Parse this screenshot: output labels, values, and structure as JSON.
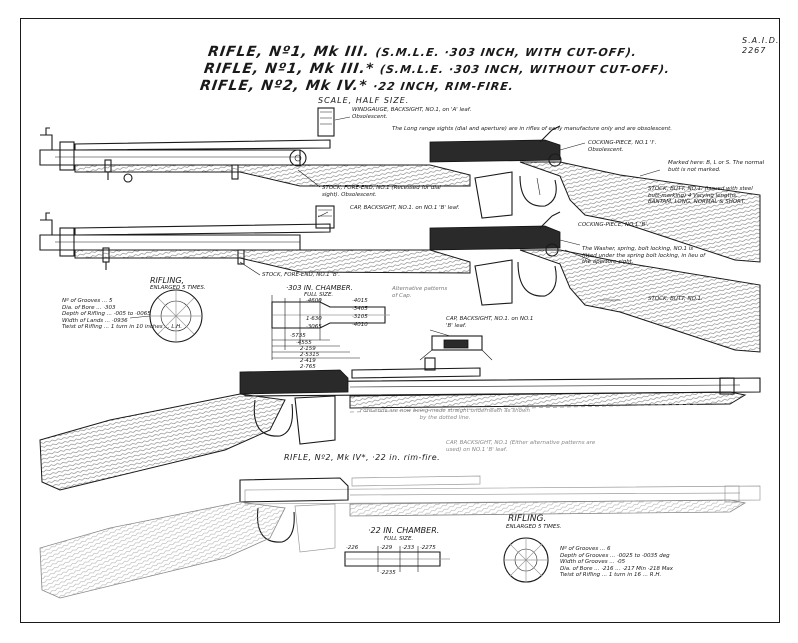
{
  "sheet_ref": {
    "line1": "S.A.I.D.",
    "line2": "2267"
  },
  "titles": [
    {
      "name": "RIFLE, Nº1, Mk III.",
      "spec": "(S.M.L.E. ·303 INCH, WITH CUT-OFF)."
    },
    {
      "name": "RIFLE, Nº1, Mk III.*",
      "spec": "(S.M.L.E. ·303 INCH, WITHOUT CUT-OFF)."
    },
    {
      "name": "RIFLE, Nº2, Mk IV.*",
      "spec": "·22 INCH, RIM-FIRE."
    }
  ],
  "scale": "SCALE, HALF SIZE.",
  "annotations": {
    "windgauge": "WINDGAUGE, BACKSIGHT, NO.1, on 'A' leaf. Obsolescent.",
    "long_range": "The Long range sights (dial and aperture) are in rifles of early manufacture only and are obsolescent.",
    "cocking_piece_1": "COCKING-PIECE, NO.1 'I'. Obsolescent.",
    "marked_here": "Marked here: B, L or S. The normal butt is not marked.",
    "stock_fore_end_1": "STOCK, FORE-END, NO.1 (Recessed for dial sight). Obsolescent.",
    "stock_butt_1": "STOCK, BUTT, NO.1. (Issued with steel butt-marking) 4 Varying lengths. BANTAM, LONG, NORMAL & SHORT.",
    "cap_backsight": "CAP, BACKSIGHT, NO.1. on NO.1 'B' leaf.",
    "cocking_piece_2": "COCKING-PIECE, NO.1 'B'.",
    "washer_note": "The Washer, spring, bolt locking, NO.1 is fitted under the spring bolt locking, in lieu of the aperture sight.",
    "stock_fore_end_2": "STOCK, FORE-END, NO.1 'B'.",
    "stock_butt_2": "STOCK, BUTT, NO.1.",
    "alt_patterns": "Alternative patterns of Cap.",
    "cap_backsight_2": "CAP, BACKSIGHT, NO.1. on NO.1 'B' leaf.",
    "fore_ends_note": "Fore-ends are now being made straight underneath as shown by the dotted line.",
    "cap_backsight_3": "CAP, BACKSIGHT, NO.1 (Either alternative patterns are used) on NO.1 'B' leaf.",
    "rifle2_label": "RIFLE, Nº2, Mk IV*, ·22 in. rim-fire."
  },
  "rifling_303": {
    "title": "RIFLING,",
    "subtitle": "ENLARGED 5 TIMES.",
    "specs": [
      "Nº of Grooves ... 5",
      "Dia. of Bore ... ·303",
      "Depth of Rifling ... ·005 to ·0065",
      "Width of Lands ... ·0936",
      "Twist of Rifling ... 1 turn in 10 inches ... L.H."
    ]
  },
  "chamber_303": {
    "title": "·303 IN. CHAMBER.",
    "subtitle": "FULL SIZE.",
    "dims": [
      "·4600",
      "·4015",
      "·3405",
      "·3105",
      "1·630",
      "·4010",
      "·3065",
      "·5735",
      "·4555",
      "2·159",
      "2·5315",
      "2·419",
      "2·765"
    ]
  },
  "chamber_22": {
    "title": "·22 IN. CHAMBER.",
    "subtitle": "FULL SIZE.",
    "dims": [
      "·226",
      "·229",
      "·233",
      "·2275",
      "·2235"
    ]
  },
  "rifling_22": {
    "title": "RIFLING.",
    "subtitle": "ENLARGED 5 TIMES.",
    "specs": [
      "Nº of Grooves ... 6",
      "Depth of Grooves ... ·0025 to ·0035 deg",
      "Width of Grooves ... ·05",
      "Dia. of Bore ... ·216 ... ·217 Min ·218 Max",
      "Twist of Rifling ... 1 turn in 16 ... R.H."
    ]
  },
  "colors": {
    "ink": "#1a1a1a",
    "paper": "#ffffff",
    "ghost": "#9a9a9a"
  }
}
